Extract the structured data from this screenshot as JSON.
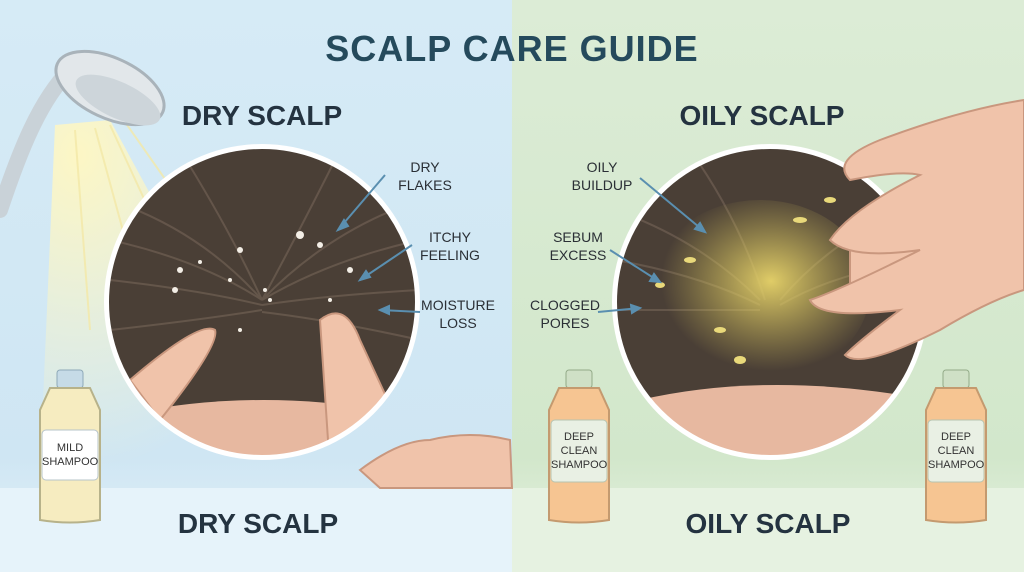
{
  "title": "SCALP CARE GUIDE",
  "dry": {
    "heading": "DRY SCALP",
    "footer": "DRY SCALP",
    "labels": [
      "DRY\nFLAKES",
      "ITCHY\nFEELING",
      "MOISTURE\nLOSS"
    ],
    "bottle": "MILD\nSHAMPOO",
    "bg_color": "#d6ebf6"
  },
  "oily": {
    "heading": "OILY SCALP",
    "footer": "OILY SCALP",
    "labels": [
      "OILY\nBUILDUP",
      "SEBUM\nEXCESS",
      "CLOGGED\nPORES"
    ],
    "bottle_left": "DEEP\nCLEAN\nSHAMPOO",
    "bottle_right": "DEEP\nCLEAN\nSHAMPOO",
    "bg_color": "#dcecd6"
  },
  "icons": [
    "shower-head-icon",
    "shampoo-bottle-icon",
    "hand-icon",
    "arrow-icon"
  ]
}
